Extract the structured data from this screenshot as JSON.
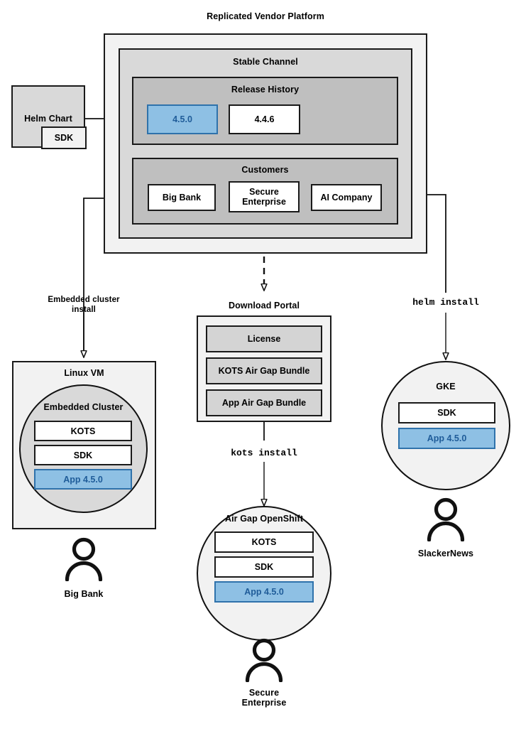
{
  "diagram": {
    "title": "Replicated Vendor Platform",
    "colors": {
      "accent_blue_fill": "#8ec0e4",
      "accent_blue_border": "#2f72ab",
      "accent_blue_text": "#1f5c99",
      "outline": "#1a1a1a",
      "panel_vlight": "#f2f2f2",
      "panel_light": "#d9d9d9",
      "panel_mid": "#bfbfbf"
    }
  },
  "platform": {
    "title": "Replicated Vendor Platform",
    "channel": {
      "title": "Stable Channel",
      "release_history": {
        "title": "Release History",
        "releases": [
          {
            "version": "4.5.0",
            "highlighted": true
          },
          {
            "version": "4.4.6",
            "highlighted": false
          }
        ]
      },
      "customers": {
        "title": "Customers",
        "items": [
          {
            "name": "Big Bank"
          },
          {
            "name": "Secure\nEnterprise"
          },
          {
            "name": "AI Company"
          }
        ]
      }
    }
  },
  "source": {
    "helm_chart": {
      "label": "Helm Chart",
      "sdk_label": "SDK"
    }
  },
  "flows": {
    "embedded_install": "Embedded cluster\ninstall",
    "kots_install": "kots install",
    "helm_install": "helm install"
  },
  "download_portal": {
    "title": "Download Portal",
    "artifacts": [
      {
        "label": "License"
      },
      {
        "label": "KOTS Air Gap Bundle"
      },
      {
        "label": "App Air Gap Bundle"
      }
    ]
  },
  "targets": [
    {
      "id": "linux-vm",
      "host_label": "Linux VM",
      "cluster_label": "Embedded Cluster",
      "components": [
        {
          "label": "KOTS",
          "highlighted": false
        },
        {
          "label": "SDK",
          "highlighted": false
        },
        {
          "label": "App 4.5.0",
          "highlighted": true
        }
      ],
      "customer": "Big Bank"
    },
    {
      "id": "airgap-openshift",
      "host_label": "Air Gap OpenShift",
      "components": [
        {
          "label": "KOTS",
          "highlighted": false
        },
        {
          "label": "SDK",
          "highlighted": false
        },
        {
          "label": "App 4.5.0",
          "highlighted": true
        }
      ],
      "customer": "Secure\nEnterprise"
    },
    {
      "id": "gke",
      "host_label": "GKE",
      "components": [
        {
          "label": "SDK",
          "highlighted": false
        },
        {
          "label": "App 4.5.0",
          "highlighted": true
        }
      ],
      "customer": "SlackerNews"
    }
  ]
}
